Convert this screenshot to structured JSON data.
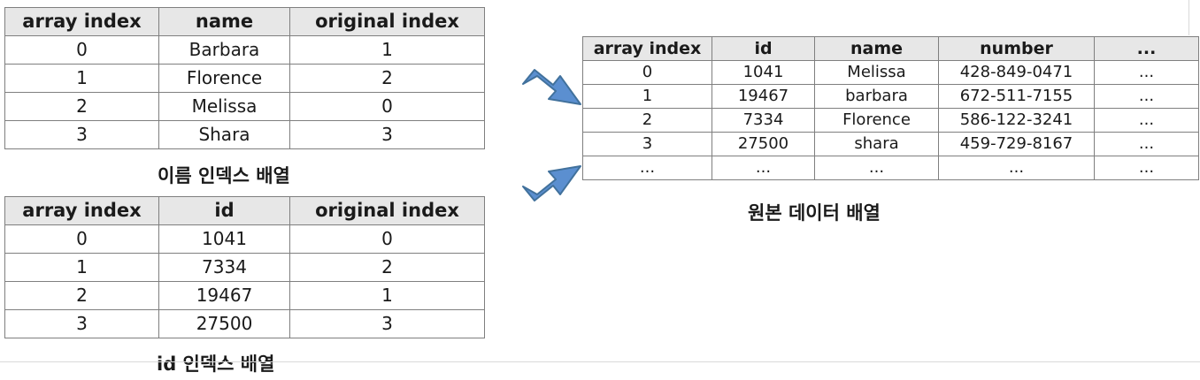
{
  "name_index_table": {
    "headers": [
      "array index",
      "name",
      "original index"
    ],
    "rows": [
      [
        "0",
        "Barbara",
        "1"
      ],
      [
        "1",
        "Florence",
        "2"
      ],
      [
        "2",
        "Melissa",
        "0"
      ],
      [
        "3",
        "Shara",
        "3"
      ]
    ],
    "caption": "이름 인덱스 배열"
  },
  "id_index_table": {
    "headers": [
      "array index",
      "id",
      "original index"
    ],
    "rows": [
      [
        "0",
        "1041",
        "0"
      ],
      [
        "1",
        "7334",
        "2"
      ],
      [
        "2",
        "19467",
        "1"
      ],
      [
        "3",
        "27500",
        "3"
      ]
    ],
    "caption": "id 인덱스 배열"
  },
  "original_table": {
    "headers": [
      "array index",
      "id",
      "name",
      "number",
      "..."
    ],
    "rows": [
      [
        "0",
        "1041",
        "Melissa",
        "428-849-0471",
        "..."
      ],
      [
        "1",
        "19467",
        "barbara",
        "672-511-7155",
        "..."
      ],
      [
        "2",
        "7334",
        "Florence",
        "586-122-3241",
        "..."
      ],
      [
        "3",
        "27500",
        "shara",
        "459-729-8167",
        "..."
      ],
      [
        "...",
        "...",
        "...",
        "...",
        "..."
      ]
    ],
    "caption": "원본 데이터 배열"
  },
  "colors": {
    "arrow_fill": "#5b8fd0",
    "arrow_stroke": "#41719c",
    "header_bg": "#e7e7e7",
    "border": "#7f7f7f"
  }
}
